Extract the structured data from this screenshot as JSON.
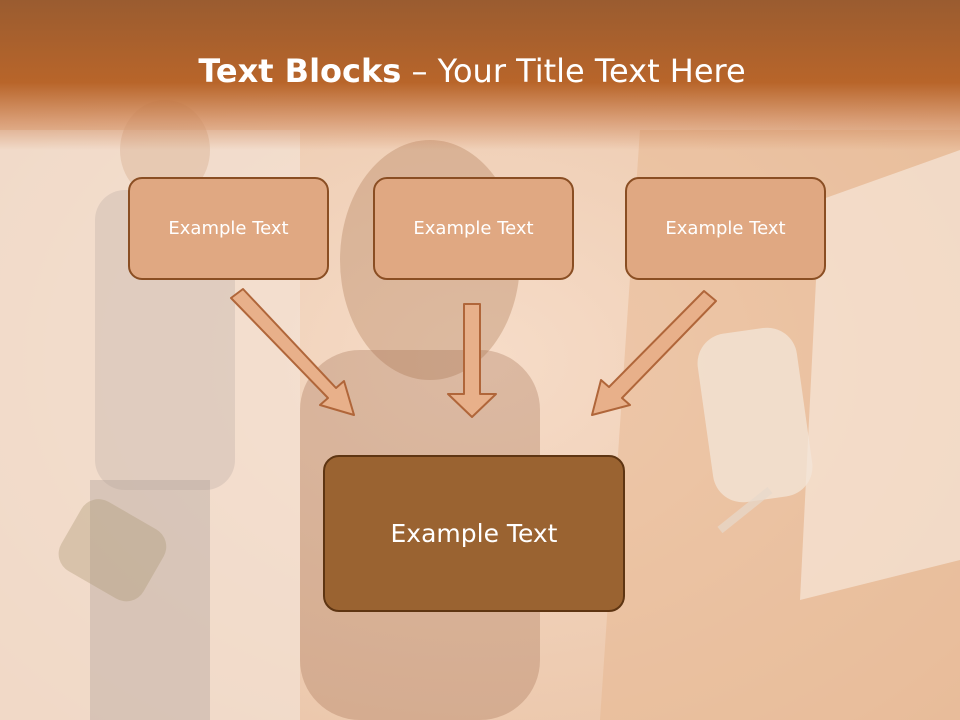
{
  "title": {
    "bold_part": "Text Blocks",
    "separator": " – ",
    "regular_part": "Your Title Text Here"
  },
  "blocks": [
    {
      "label": "Example Text"
    },
    {
      "label": "Example Text"
    },
    {
      "label": "Example Text"
    }
  ],
  "main_block": {
    "label": "Example Text"
  },
  "colors": {
    "title_band": "#b8652a",
    "small_box_fill": "#e0a882",
    "small_box_border": "#8a4e23",
    "main_box_fill": "#9a6331",
    "arrow_fill": "#e8b08a",
    "arrow_stroke": "#b0663a"
  }
}
